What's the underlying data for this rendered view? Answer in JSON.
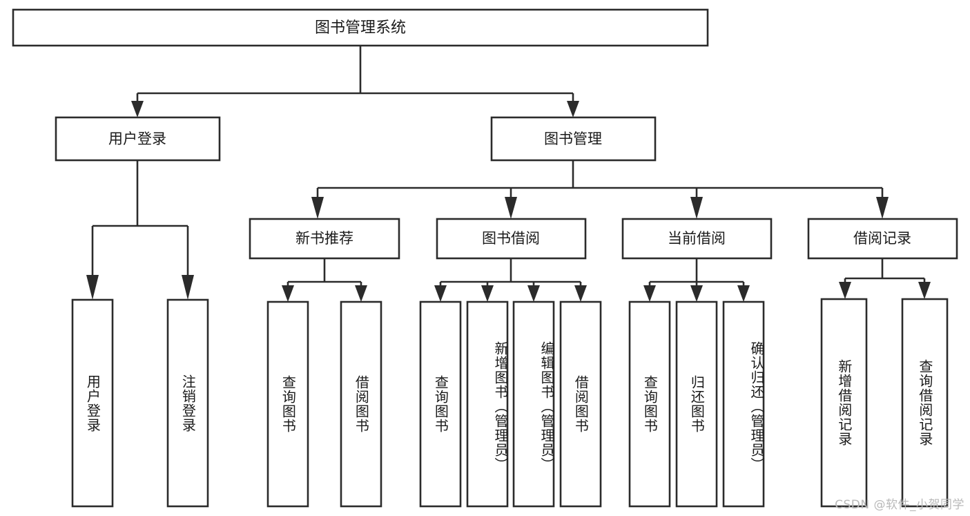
{
  "diagram": {
    "type": "tree-hierarchy",
    "title_node": {
      "id": "root",
      "label": "图书管理系统"
    },
    "level2": [
      {
        "id": "user-login",
        "label": "用户登录"
      },
      {
        "id": "book-manage",
        "label": "图书管理"
      }
    ],
    "level3": [
      {
        "id": "new-book-recommend",
        "label": "新书推荐",
        "parent": "book-manage"
      },
      {
        "id": "book-borrow",
        "label": "图书借阅",
        "parent": "book-manage"
      },
      {
        "id": "current-borrow",
        "label": "当前借阅",
        "parent": "book-manage"
      },
      {
        "id": "borrow-record",
        "label": "借阅记录",
        "parent": "book-manage"
      }
    ],
    "leaves": {
      "user_login": [
        {
          "id": "leaf-user-login",
          "label": "用户登录"
        },
        {
          "id": "leaf-user-logout",
          "label": "注销登录"
        }
      ],
      "new_book_recommend": [
        {
          "id": "leaf-query-book-1",
          "label": "查询图书"
        },
        {
          "id": "leaf-borrow-book-1",
          "label": "借阅图书"
        }
      ],
      "book_borrow": [
        {
          "id": "leaf-query-book-2",
          "label": "查询图书"
        },
        {
          "id": "leaf-add-book",
          "label": "新增图书（管理员）"
        },
        {
          "id": "leaf-edit-book",
          "label": "编辑图书（管理员）"
        },
        {
          "id": "leaf-borrow-book-2",
          "label": "借阅图书"
        }
      ],
      "current_borrow": [
        {
          "id": "leaf-query-book-3",
          "label": "查询图书"
        },
        {
          "id": "leaf-return-book",
          "label": "归还图书"
        },
        {
          "id": "leaf-confirm-return",
          "label": "确认归还（管理员）"
        }
      ],
      "borrow_record": [
        {
          "id": "leaf-add-record",
          "label": "新增借阅记录"
        },
        {
          "id": "leaf-query-record",
          "label": "查询借阅记录"
        }
      ]
    },
    "watermark": "CSDN @软件_小贺同学",
    "colors": {
      "box_stroke": "#2b2b2b",
      "box_fill": "#ffffff",
      "text": "#1a1a1a",
      "connector": "#2b2b2b",
      "background": "#ffffff",
      "watermark": "#b9b9b9"
    }
  }
}
